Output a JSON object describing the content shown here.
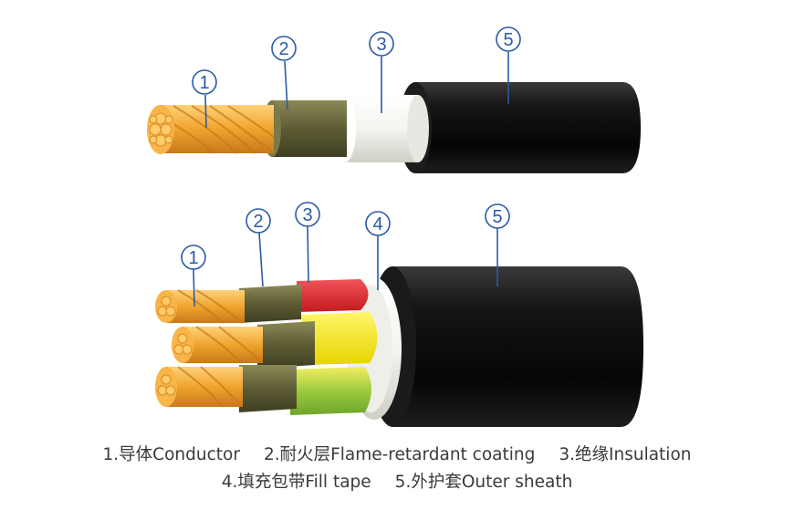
{
  "colors": {
    "callout": "#2a5aa6",
    "conductor": "#f0a42e",
    "fire_coating": "#6a6a3c",
    "insulation": "#f2f2ec",
    "sheath": "#111111",
    "core_red": "#d8262a",
    "core_yellow": "#f2e400",
    "core_green": "#8fc23a"
  },
  "cable_top": {
    "callouts": [
      "1",
      "2",
      "3",
      "5"
    ]
  },
  "cable_bottom": {
    "callouts": [
      "1",
      "2",
      "3",
      "4",
      "5"
    ]
  },
  "legend": {
    "row1": [
      "1.导体Conductor",
      "2.耐火层Flame-retardant coating",
      "3.绝缘Insulation"
    ],
    "row2": [
      "4.填充包带Fill tape",
      "5.外护套Outer sheath"
    ]
  }
}
